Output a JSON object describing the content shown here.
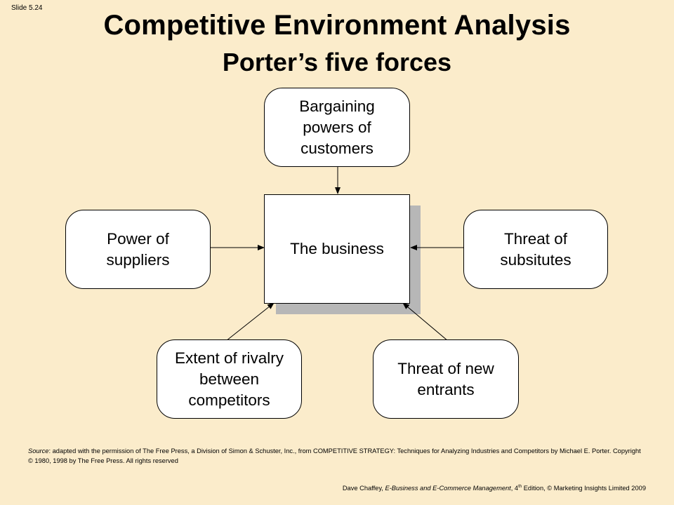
{
  "slide_label": "Slide 5.24",
  "title": "Competitive Environment Analysis",
  "subtitle": "Porter’s five forces",
  "diagram": {
    "center": "The business",
    "top": "Bargaining powers of customers",
    "left": "Power of suppliers",
    "right": "Threat of subsitutes",
    "bottom_left": "Extent of rivalry between competitors",
    "bottom_right": "Threat of new entrants"
  },
  "source": {
    "prefix": "Source",
    "text": ": adapted with the permission of The Free Press, a Division of Simon & Schuster, Inc., from COMPETITIVE STRATEGY: Techniques for Analyzing Industries and Competitors by Michael E. Porter. Copyright © 1980, 1998 by The Free Press. All rights reserved"
  },
  "footer": {
    "author": "Dave Chaffey, ",
    "book": "E-Business and E-Commerce Management",
    "edition_num": ", 4",
    "edition_sup": "th",
    "rest": " Edition, © Marketing Insights Limited 2009"
  }
}
